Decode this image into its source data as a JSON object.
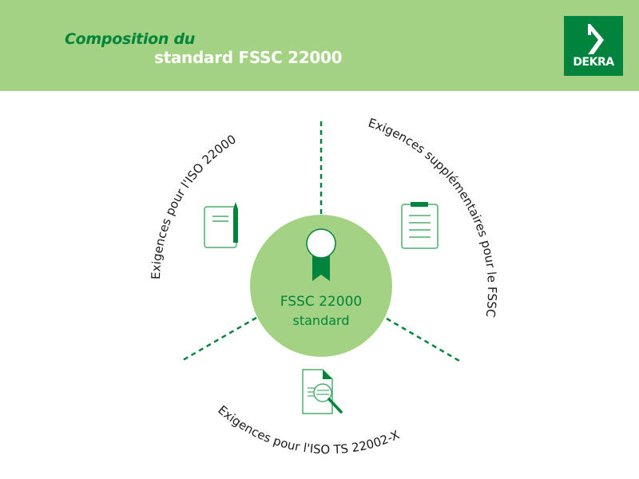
{
  "header": {
    "title_line1": "Composition du",
    "title_line2": "standard FSSC 22000",
    "logo_text": "DEKRA",
    "background_color": "#a3d282"
  },
  "colors": {
    "primary_green": "#00843d",
    "light_green": "#a3d282",
    "icon_green": "#4cae6e",
    "text_dark": "#1a1a1a"
  },
  "center": {
    "line1": "FSSC 22000",
    "line2": "standard",
    "icon": "award-ribbon-icon"
  },
  "segments": [
    {
      "label": "Exigences pour l'ISO 22000",
      "icon": "notebook-pen-icon",
      "position": "top-left"
    },
    {
      "label": "Exigences supplémentaires pour le FSSC",
      "icon": "clipboard-icon",
      "position": "top-right"
    },
    {
      "label": "Exigences pour l'ISO TS 22002-X",
      "icon": "document-search-icon",
      "position": "bottom"
    }
  ]
}
